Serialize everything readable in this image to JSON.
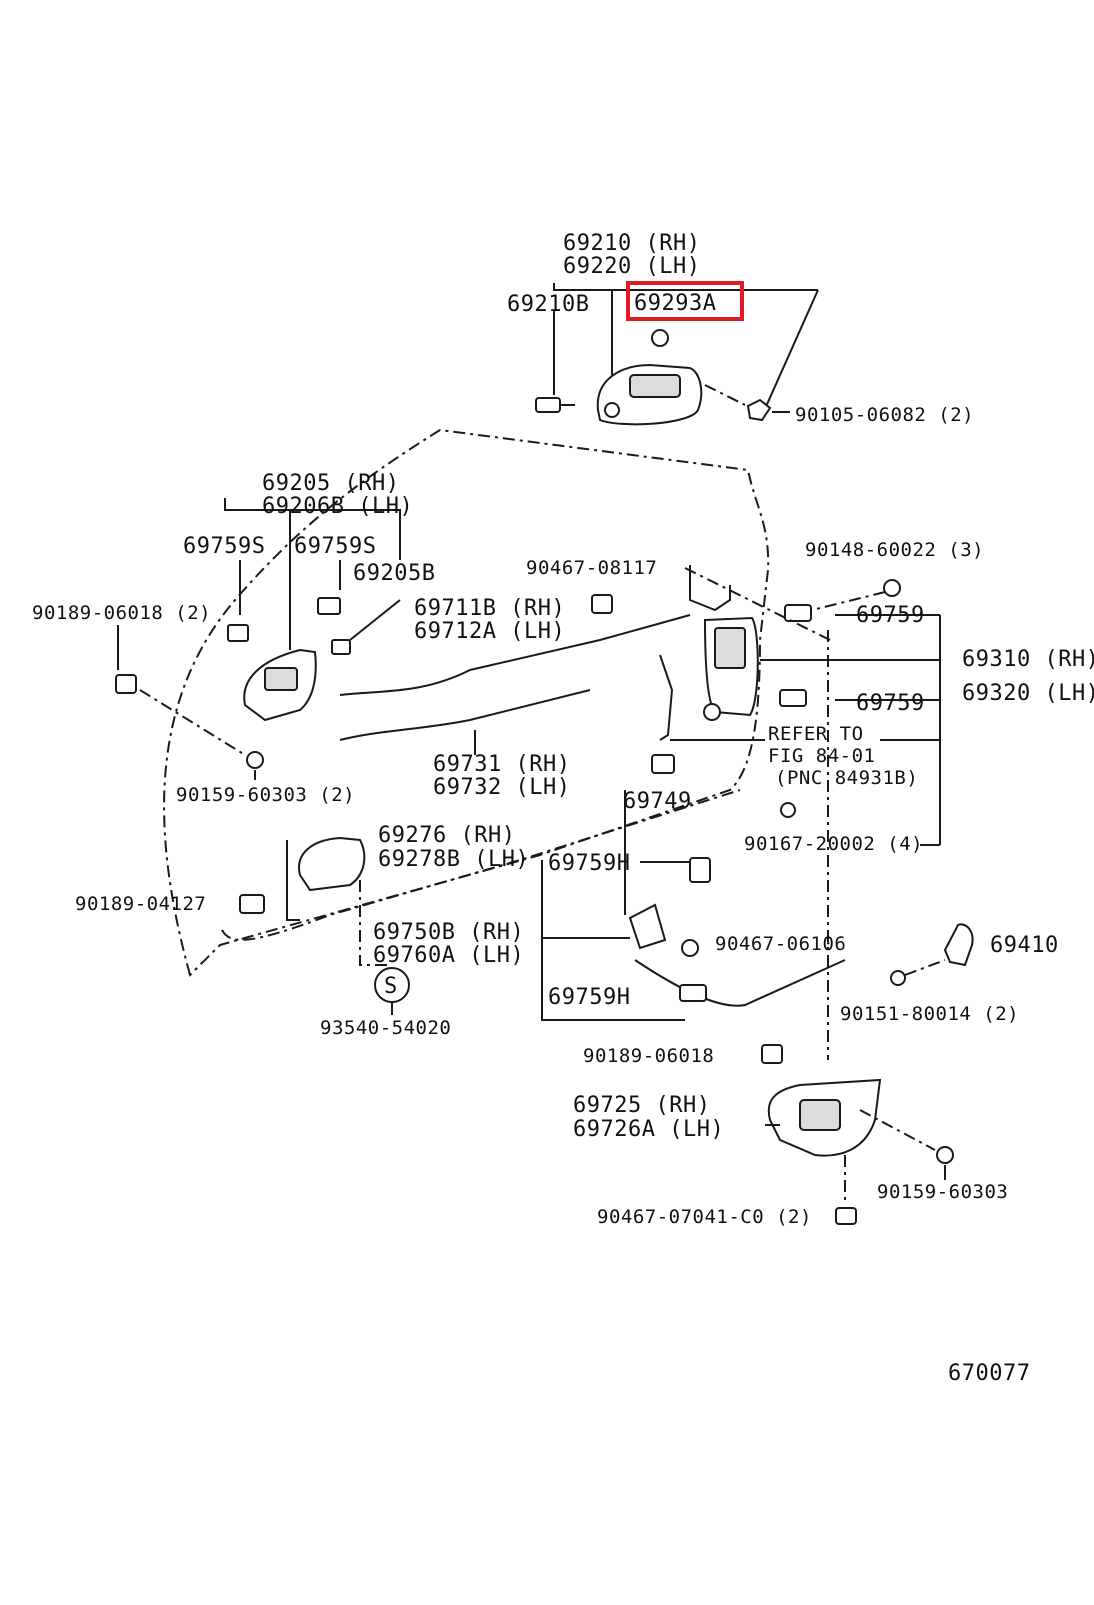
{
  "diagram": {
    "figure_id": "670077",
    "highlight_color": "#e01b24",
    "highlighted_part": "69293A",
    "labels": {
      "outside_handle_rh": "69210 (RH)",
      "outside_handle_lh": "69220 (LH)",
      "handle_pad": "69210B",
      "handle_cover": "69293A",
      "bolt_outside": "90105-06082 (2)",
      "inside_handle_rh": "69205  (RH)",
      "inside_handle_lh": "69206B (LH)",
      "clip_a": "69759S",
      "clip_b": "69759S",
      "inside_handle_cover": "69205B",
      "clip_screw_left": "90189-06018 (2)",
      "rod_check": "90467-08117",
      "bolt_lock": "90148-60022 (3)",
      "rod_upper_rh": "69711B (RH)",
      "rod_upper_lh": "69712A (LH)",
      "clip_lock_upper": "69759",
      "lock_rh": "69310 (RH)",
      "lock_lh": "69320 (LH)",
      "clip_lock_lower": "69759",
      "refer_1": "REFER TO",
      "refer_2": "FIG 84-01",
      "refer_3": "(PNC 84931B)",
      "rod_lower_rh": "69731 (RH)",
      "rod_lower_lh": "69732 (LH)",
      "screw_inside": "90159-60303 (2)",
      "clip_rod": "69749",
      "screw_lock": "90167-20002 (4)",
      "bezel_rh": "69276  (RH)",
      "bezel_lh": "69278B (LH)",
      "clip_h_upper": "69759H",
      "clip_bezel": "90189-04127",
      "cable_rh": "69750B (RH)",
      "cable_lh": "69760A (LH)",
      "clip_lower": "90467-06106",
      "grommet_label": "S",
      "grommet": "93540-54020",
      "striker": "69410",
      "clip_h_lower": "69759H",
      "screw_striker": "90151-80014 (2)",
      "clip_remote": "90189-06018",
      "remote_rh": "69725  (RH)",
      "remote_lh": "69726A (LH)",
      "screw_remote": "90159-60303",
      "clip_remote_bottom": "90467-07041-C0 (2)"
    }
  }
}
